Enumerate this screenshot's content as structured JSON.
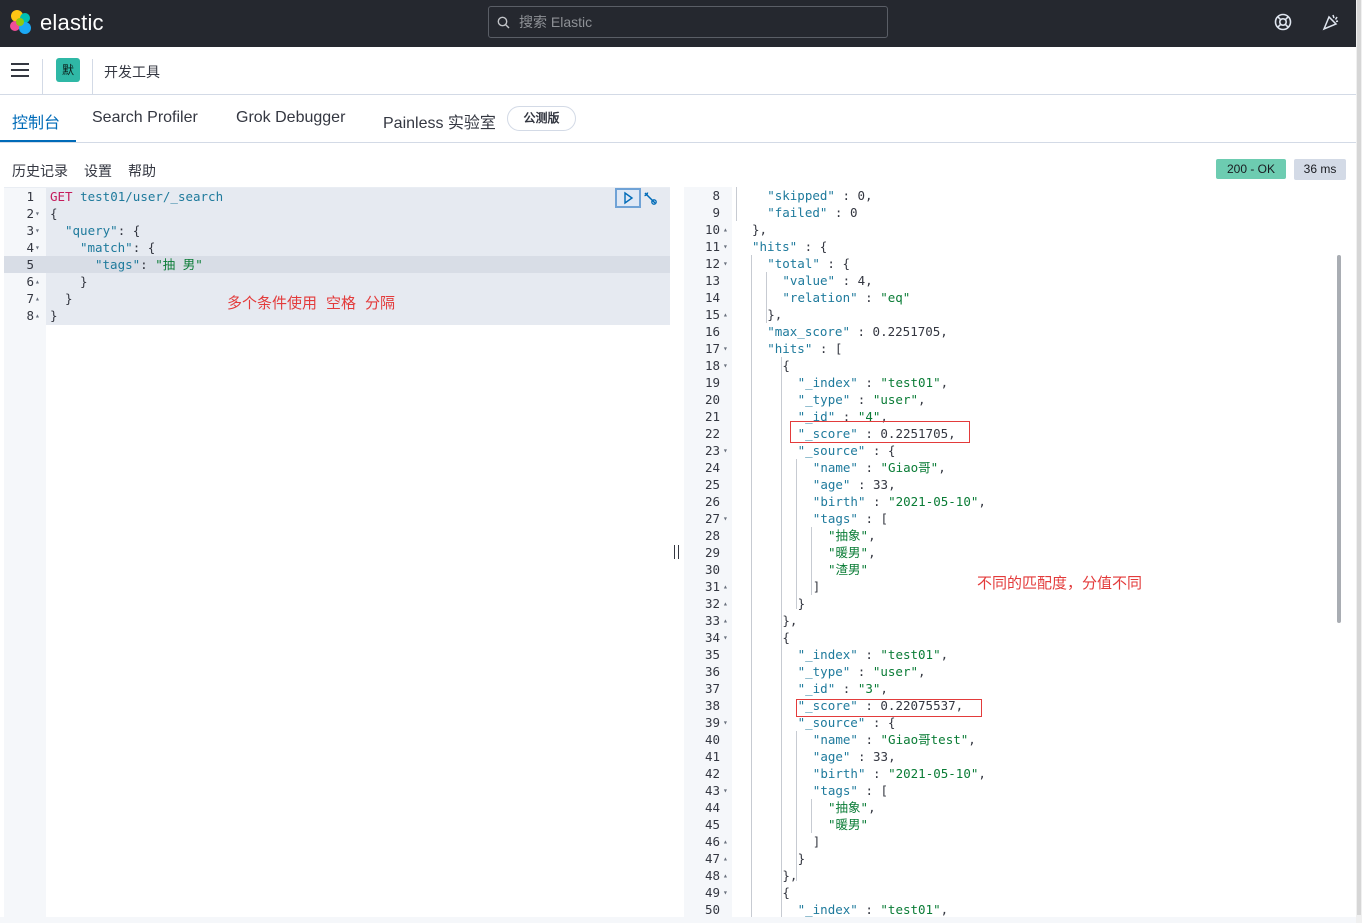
{
  "header": {
    "brand": "elastic",
    "search_placeholder": "搜索 Elastic"
  },
  "breadcrumb": {
    "space_initial": "默",
    "app": "开发工具"
  },
  "tabs": [
    {
      "label": "控制台",
      "active": true
    },
    {
      "label": "Search Profiler",
      "active": false
    },
    {
      "label": "Grok Debugger",
      "active": false
    },
    {
      "label": "Painless 实验室",
      "active": false
    }
  ],
  "beta_badge": "公测版",
  "toolbar": {
    "history": "历史记录",
    "settings": "设置",
    "help": "帮助",
    "status": "200 - OK",
    "time": "36 ms"
  },
  "request": {
    "lines": [
      {
        "n": "1",
        "fold": "",
        "indent": 0,
        "tokens": [
          [
            "m",
            "GET "
          ],
          [
            "k",
            "test01/user/_search"
          ]
        ]
      },
      {
        "n": "2",
        "fold": "▾",
        "indent": 0,
        "tokens": [
          [
            "p",
            "{"
          ]
        ]
      },
      {
        "n": "3",
        "fold": "▾",
        "indent": 1,
        "tokens": [
          [
            "k",
            "\"query\""
          ],
          [
            "p",
            ": {"
          ]
        ]
      },
      {
        "n": "4",
        "fold": "▾",
        "indent": 2,
        "tokens": [
          [
            "k",
            "\"match\""
          ],
          [
            "p",
            ": {"
          ]
        ]
      },
      {
        "n": "5",
        "fold": "",
        "indent": 3,
        "tokens": [
          [
            "k",
            "\"tags\""
          ],
          [
            "p",
            ": "
          ],
          [
            "s",
            "\"抽 男\""
          ]
        ]
      },
      {
        "n": "6",
        "fold": "▴",
        "indent": 2,
        "tokens": [
          [
            "p",
            "}"
          ]
        ]
      },
      {
        "n": "7",
        "fold": "▴",
        "indent": 1,
        "tokens": [
          [
            "p",
            "}"
          ]
        ]
      },
      {
        "n": "8",
        "fold": "▴",
        "indent": 0,
        "tokens": [
          [
            "p",
            "}"
          ]
        ]
      }
    ],
    "annotation": "多个条件使用  空格  分隔"
  },
  "response": {
    "lines": [
      {
        "n": "8",
        "fold": "",
        "indent": 1,
        "tokens": [
          [
            "k",
            "\"skipped\""
          ],
          [
            "p",
            " : 0,"
          ]
        ]
      },
      {
        "n": "9",
        "fold": "",
        "indent": 1,
        "tokens": [
          [
            "k",
            "\"failed\""
          ],
          [
            "p",
            " : 0"
          ]
        ]
      },
      {
        "n": "10",
        "fold": "▴",
        "indent": 0,
        "tokens": [
          [
            "p",
            "},"
          ]
        ]
      },
      {
        "n": "11",
        "fold": "▾",
        "indent": 0,
        "tokens": [
          [
            "k",
            "\"hits\""
          ],
          [
            "p",
            " : {"
          ]
        ]
      },
      {
        "n": "12",
        "fold": "▾",
        "indent": 1,
        "tokens": [
          [
            "k",
            "\"total\""
          ],
          [
            "p",
            " : {"
          ]
        ]
      },
      {
        "n": "13",
        "fold": "",
        "indent": 2,
        "tokens": [
          [
            "k",
            "\"value\""
          ],
          [
            "p",
            " : 4,"
          ]
        ]
      },
      {
        "n": "14",
        "fold": "",
        "indent": 2,
        "tokens": [
          [
            "k",
            "\"relation\""
          ],
          [
            "p",
            " : "
          ],
          [
            "s",
            "\"eq\""
          ]
        ]
      },
      {
        "n": "15",
        "fold": "▴",
        "indent": 1,
        "tokens": [
          [
            "p",
            "},"
          ]
        ]
      },
      {
        "n": "16",
        "fold": "",
        "indent": 1,
        "tokens": [
          [
            "k",
            "\"max_score\""
          ],
          [
            "p",
            " : 0.2251705,"
          ]
        ]
      },
      {
        "n": "17",
        "fold": "▾",
        "indent": 1,
        "tokens": [
          [
            "k",
            "\"hits\""
          ],
          [
            "p",
            " : ["
          ]
        ]
      },
      {
        "n": "18",
        "fold": "▾",
        "indent": 2,
        "tokens": [
          [
            "p",
            "{"
          ]
        ]
      },
      {
        "n": "19",
        "fold": "",
        "indent": 3,
        "tokens": [
          [
            "k",
            "\"_index\""
          ],
          [
            "p",
            " : "
          ],
          [
            "s",
            "\"test01\""
          ],
          [
            "p",
            ","
          ]
        ]
      },
      {
        "n": "20",
        "fold": "",
        "indent": 3,
        "tokens": [
          [
            "k",
            "\"_type\""
          ],
          [
            "p",
            " : "
          ],
          [
            "s",
            "\"user\""
          ],
          [
            "p",
            ","
          ]
        ]
      },
      {
        "n": "21",
        "fold": "",
        "indent": 3,
        "tokens": [
          [
            "k",
            "\"_id\""
          ],
          [
            "p",
            " : "
          ],
          [
            "s",
            "\"4\""
          ],
          [
            "p",
            ","
          ]
        ]
      },
      {
        "n": "22",
        "fold": "",
        "indent": 3,
        "tokens": [
          [
            "k",
            "\"_score\""
          ],
          [
            "p",
            " : 0.2251705,"
          ]
        ]
      },
      {
        "n": "23",
        "fold": "▾",
        "indent": 3,
        "tokens": [
          [
            "k",
            "\"_source\""
          ],
          [
            "p",
            " : {"
          ]
        ]
      },
      {
        "n": "24",
        "fold": "",
        "indent": 4,
        "tokens": [
          [
            "k",
            "\"name\""
          ],
          [
            "p",
            " : "
          ],
          [
            "s",
            "\"Giao哥\""
          ],
          [
            "p",
            ","
          ]
        ]
      },
      {
        "n": "25",
        "fold": "",
        "indent": 4,
        "tokens": [
          [
            "k",
            "\"age\""
          ],
          [
            "p",
            " : 33,"
          ]
        ]
      },
      {
        "n": "26",
        "fold": "",
        "indent": 4,
        "tokens": [
          [
            "k",
            "\"birth\""
          ],
          [
            "p",
            " : "
          ],
          [
            "s",
            "\"2021-05-10\""
          ],
          [
            "p",
            ","
          ]
        ]
      },
      {
        "n": "27",
        "fold": "▾",
        "indent": 4,
        "tokens": [
          [
            "k",
            "\"tags\""
          ],
          [
            "p",
            " : ["
          ]
        ]
      },
      {
        "n": "28",
        "fold": "",
        "indent": 5,
        "tokens": [
          [
            "s",
            "\"抽象\""
          ],
          [
            "p",
            ","
          ]
        ]
      },
      {
        "n": "29",
        "fold": "",
        "indent": 5,
        "tokens": [
          [
            "s",
            "\"暖男\""
          ],
          [
            "p",
            ","
          ]
        ]
      },
      {
        "n": "30",
        "fold": "",
        "indent": 5,
        "tokens": [
          [
            "s",
            "\"渣男\""
          ]
        ]
      },
      {
        "n": "31",
        "fold": "▴",
        "indent": 4,
        "tokens": [
          [
            "p",
            "]"
          ]
        ]
      },
      {
        "n": "32",
        "fold": "▴",
        "indent": 3,
        "tokens": [
          [
            "p",
            "}"
          ]
        ]
      },
      {
        "n": "33",
        "fold": "▴",
        "indent": 2,
        "tokens": [
          [
            "p",
            "},"
          ]
        ]
      },
      {
        "n": "34",
        "fold": "▾",
        "indent": 2,
        "tokens": [
          [
            "p",
            "{"
          ]
        ]
      },
      {
        "n": "35",
        "fold": "",
        "indent": 3,
        "tokens": [
          [
            "k",
            "\"_index\""
          ],
          [
            "p",
            " : "
          ],
          [
            "s",
            "\"test01\""
          ],
          [
            "p",
            ","
          ]
        ]
      },
      {
        "n": "36",
        "fold": "",
        "indent": 3,
        "tokens": [
          [
            "k",
            "\"_type\""
          ],
          [
            "p",
            " : "
          ],
          [
            "s",
            "\"user\""
          ],
          [
            "p",
            ","
          ]
        ]
      },
      {
        "n": "37",
        "fold": "",
        "indent": 3,
        "tokens": [
          [
            "k",
            "\"_id\""
          ],
          [
            "p",
            " : "
          ],
          [
            "s",
            "\"3\""
          ],
          [
            "p",
            ","
          ]
        ]
      },
      {
        "n": "38",
        "fold": "",
        "indent": 3,
        "tokens": [
          [
            "k",
            "\"_score\""
          ],
          [
            "p",
            " : 0.22075537,"
          ]
        ]
      },
      {
        "n": "39",
        "fold": "▾",
        "indent": 3,
        "tokens": [
          [
            "k",
            "\"_source\""
          ],
          [
            "p",
            " : {"
          ]
        ]
      },
      {
        "n": "40",
        "fold": "",
        "indent": 4,
        "tokens": [
          [
            "k",
            "\"name\""
          ],
          [
            "p",
            " : "
          ],
          [
            "s",
            "\"Giao哥test\""
          ],
          [
            "p",
            ","
          ]
        ]
      },
      {
        "n": "41",
        "fold": "",
        "indent": 4,
        "tokens": [
          [
            "k",
            "\"age\""
          ],
          [
            "p",
            " : 33,"
          ]
        ]
      },
      {
        "n": "42",
        "fold": "",
        "indent": 4,
        "tokens": [
          [
            "k",
            "\"birth\""
          ],
          [
            "p",
            " : "
          ],
          [
            "s",
            "\"2021-05-10\""
          ],
          [
            "p",
            ","
          ]
        ]
      },
      {
        "n": "43",
        "fold": "▾",
        "indent": 4,
        "tokens": [
          [
            "k",
            "\"tags\""
          ],
          [
            "p",
            " : ["
          ]
        ]
      },
      {
        "n": "44",
        "fold": "",
        "indent": 5,
        "tokens": [
          [
            "s",
            "\"抽象\""
          ],
          [
            "p",
            ","
          ]
        ]
      },
      {
        "n": "45",
        "fold": "",
        "indent": 5,
        "tokens": [
          [
            "s",
            "\"暖男\""
          ]
        ]
      },
      {
        "n": "46",
        "fold": "▴",
        "indent": 4,
        "tokens": [
          [
            "p",
            "]"
          ]
        ]
      },
      {
        "n": "47",
        "fold": "▴",
        "indent": 3,
        "tokens": [
          [
            "p",
            "}"
          ]
        ]
      },
      {
        "n": "48",
        "fold": "▴",
        "indent": 2,
        "tokens": [
          [
            "p",
            "},"
          ]
        ]
      },
      {
        "n": "49",
        "fold": "▾",
        "indent": 2,
        "tokens": [
          [
            "p",
            "{"
          ]
        ]
      },
      {
        "n": "50",
        "fold": "",
        "indent": 3,
        "tokens": [
          [
            "k",
            "\"_index\""
          ],
          [
            "p",
            " : "
          ],
          [
            "s",
            "\"test01\""
          ],
          [
            "p",
            ","
          ]
        ]
      }
    ],
    "annotation": "不同的匹配度，分值不同"
  },
  "colors": {
    "header_bg": "#25282f",
    "accent": "#006bb8",
    "ok": "#6dccb1",
    "annotation_red": "#e33b3b"
  },
  "icons": [
    "elastic-logo-icon",
    "search-icon",
    "help-icon",
    "newsfeed-icon",
    "menu-icon",
    "play-icon",
    "wrench-icon"
  ]
}
